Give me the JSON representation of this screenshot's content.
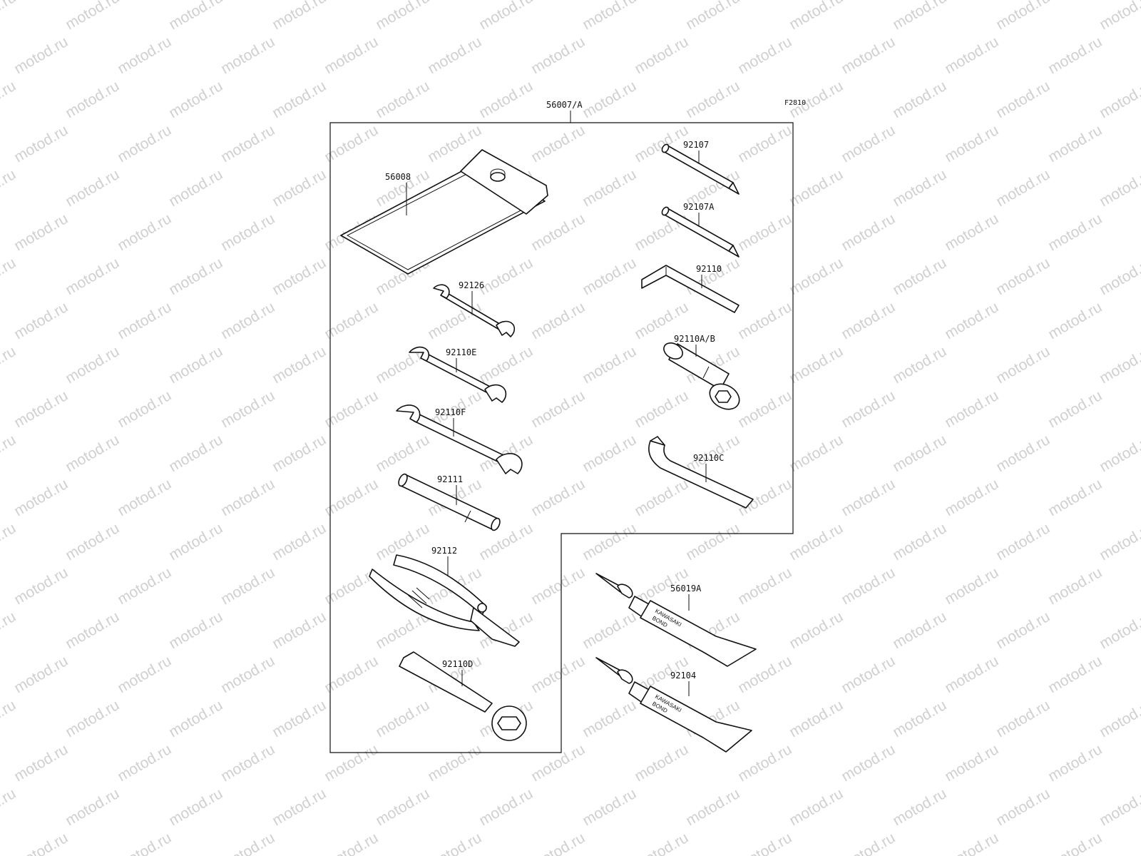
{
  "watermark": "motod.ru",
  "figure_code": "F2810",
  "kit_label": "56007/A",
  "tube_text": {
    "line1": "KAWASAKI",
    "line2": "BOND"
  },
  "parts": [
    {
      "id": "56008"
    },
    {
      "id": "92126"
    },
    {
      "id": "92110E"
    },
    {
      "id": "92110F"
    },
    {
      "id": "92111"
    },
    {
      "id": "92112"
    },
    {
      "id": "92110D"
    },
    {
      "id": "92107"
    },
    {
      "id": "92107A"
    },
    {
      "id": "92110"
    },
    {
      "id": "92110A/B"
    },
    {
      "id": "92110C"
    },
    {
      "id": "56019A"
    },
    {
      "id": "92104"
    }
  ]
}
